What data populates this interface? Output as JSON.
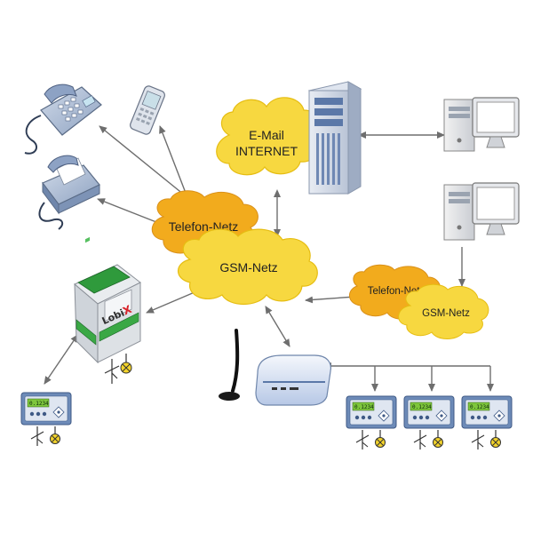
{
  "labels": {
    "email_line1": "E-Mail",
    "email_line2": "INTERNET",
    "telefon_netz_main": "Telefon-Netz",
    "gsm_netz_main": "GSM-Netz",
    "telefon_netz_small": "Telefon-Netz",
    "gsm_netz_small": "GSM-Netz"
  },
  "logo": {
    "text_a": "Lobi",
    "text_b": "X"
  },
  "display_value": "0.1234",
  "colors": {
    "cloud_main": "#f7d840",
    "cloud_main_stroke": "#e6bd12",
    "cloud_orange": "#f2ab1d",
    "arrow": "#6e6e6e",
    "device_blue": "#5b78a8",
    "lcd": "#7ec63c"
  }
}
